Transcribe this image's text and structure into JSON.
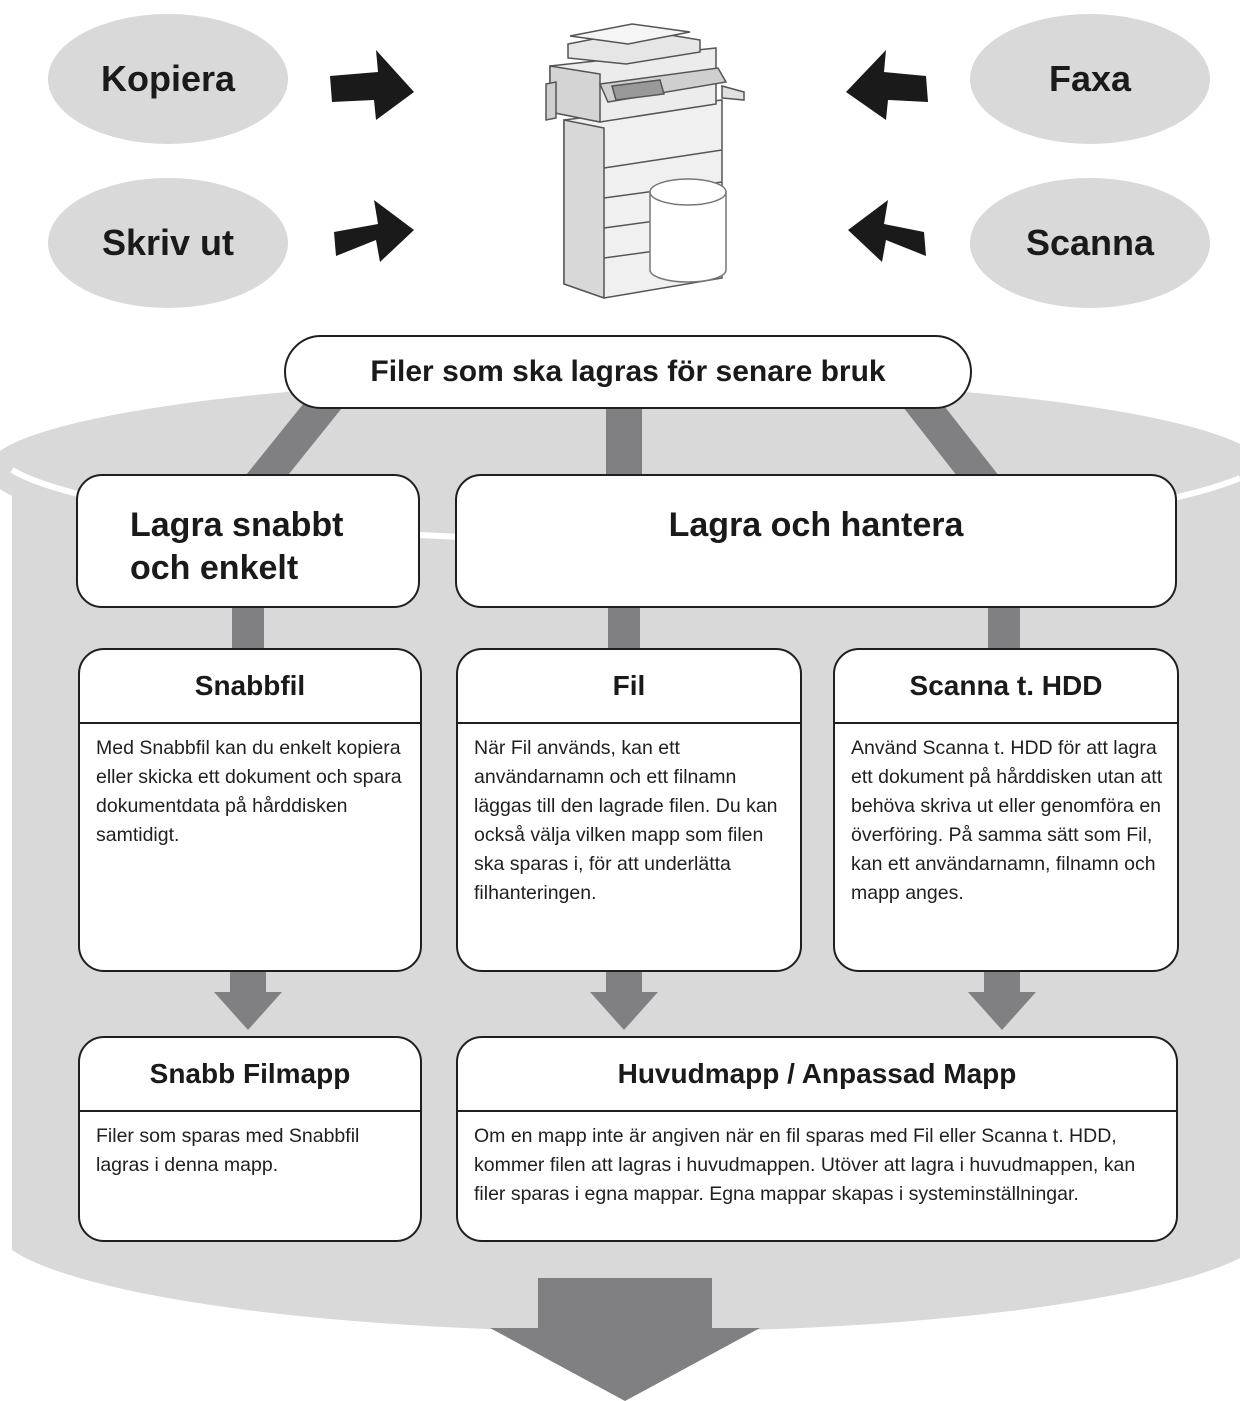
{
  "inputs": {
    "copy": "Kopiera",
    "print": "Skriv ut",
    "fax": "Faxa",
    "scan": "Scanna"
  },
  "storage_banner": "Filer som ska lagras för senare bruk",
  "groups": {
    "quick": "Lagra snabbt och enkelt",
    "manage": "Lagra och hantera"
  },
  "modes": [
    {
      "title": "Snabbfil",
      "text": "Med Snabbfil kan du enkelt kopiera eller skicka ett dokument och spara dokumentdata på hårddisken samtidigt."
    },
    {
      "title": "Fil",
      "text": "När Fil används, kan ett användarnamn och ett filnamn läggas till den lagrade filen. Du kan också välja vilken mapp som filen ska sparas i, för att underlätta filhanteringen."
    },
    {
      "title": "Scanna t. HDD",
      "text": "Använd Scanna t. HDD för att lagra ett dokument på hårddisken utan att behöva skriva ut eller genomföra en överföring. På samma sätt som Fil, kan ett användarnamn, filnamn och mapp anges."
    }
  ],
  "folders": [
    {
      "title": "Snabb Filmapp",
      "text": "Filer som sparas med Snabbfil lagras i denna mapp."
    },
    {
      "title": "Huvudmapp / Anpassad Mapp",
      "text": "Om en mapp inte är angiven när en fil sparas med Fil eller Scanna t. HDD, kommer filen att lagras i huvudmappen. Utöver att lagra i huvudmappen, kan filer sparas i egna mappar. Egna mappar skapas i systeminställningar."
    }
  ],
  "colors": {
    "cylinder": "#d9d9da",
    "connector": "#808083",
    "arrow": "#1a1a1a",
    "outline": "#1f1f1f"
  },
  "icons": {
    "device": "multifunction-printer-icon",
    "storage": "hard-disk-icon"
  }
}
